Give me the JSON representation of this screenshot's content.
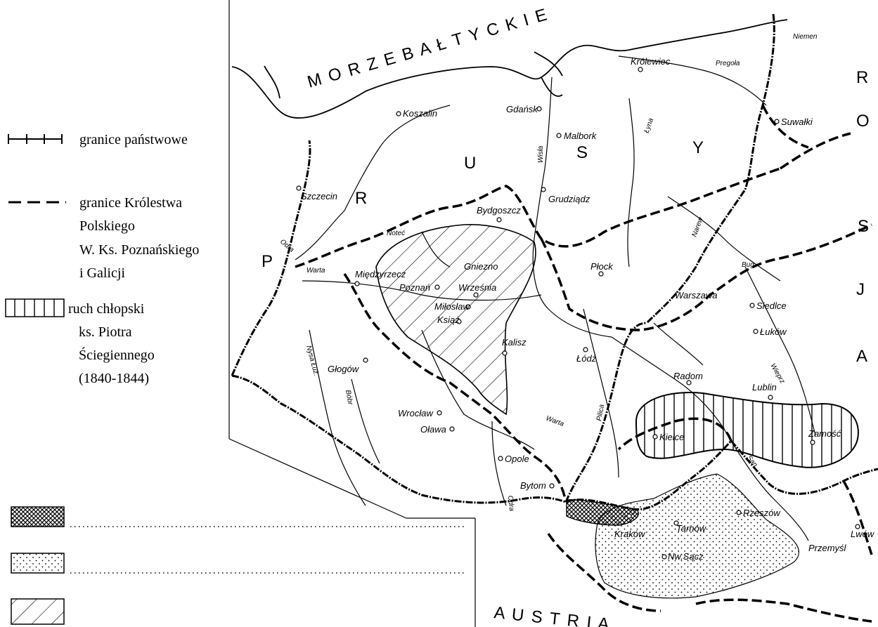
{
  "legend": {
    "state_borders": "granice państwowe",
    "kingdom_borders_line1": "granice Królestwa",
    "kingdom_borders_line2": "Polskiego",
    "kingdom_borders_line3": "W. Ks. Poznańskiego",
    "kingdom_borders_line4": "i Galicji",
    "peasant_line1": "ruch chłopski",
    "peasant_line2": "ks. Piotra",
    "peasant_line3": "Ściegiennego",
    "peasant_line4": "(1840-1844)"
  },
  "sea": "M O R Z E   B A Ł T Y C K I E",
  "regions": {
    "prusy_p": "P",
    "prusy_r": "R",
    "prusy_u": "U",
    "prusy_s": "S",
    "prusy_y": "Y",
    "rosja_r": "R",
    "rosja_o": "O",
    "rosja_s": "S",
    "rosja_j": "J",
    "rosja_a": "A",
    "austria": "A  U  S  T  R  I  A"
  },
  "cities": {
    "koszalin": "Koszalin",
    "gdansk": "Gdańsk",
    "malbork": "Malbork",
    "krolewiec": "Królewiec",
    "suwalki": "Suwałki",
    "szczecin": "Szczecin",
    "grudziadz": "Grudziądz",
    "bydgoszcz": "Bydgoszcz",
    "plock": "Płock",
    "miedzyrzecz": "Międzyrzecz",
    "gniezno": "Gniezno",
    "poznan": "Poznań",
    "wrzesnia": "Września",
    "miloslaw": "Miłosław",
    "ksiaz": "Książ",
    "warszawa": "Warszawa",
    "siedlce": "Siedlce",
    "lukow": "Łuków",
    "kalisz": "Kalisz",
    "lodz": "Łódź",
    "glogow": "Głogów",
    "radom": "Radom",
    "lublin": "Lublin",
    "wroclaw": "Wrocław",
    "olawa": "Oława",
    "kielce": "Kielce",
    "zamosc": "Zamość",
    "opole": "Opole",
    "bytom": "Bytom",
    "rzeszow": "Rzeszów",
    "lwow": "Lwów",
    "krakow": "Kraków",
    "tarnow": "Tarnów",
    "nowy_sacz": "Nw.Sącz",
    "przemysl": "Przemyśl"
  },
  "rivers": {
    "niemen": "Niemen",
    "pregola": "Pregoła",
    "lyna": "Łyna",
    "wisla": "Wisła",
    "narew": "Narew",
    "bug": "Bug",
    "notec": "Noteć",
    "odra": "Odra",
    "warta_w": "Warta",
    "nysa": "Nysa Łuż.",
    "bobr": "Bóbr",
    "warta_s": "Warta",
    "pilica": "Pilica",
    "wieprz": "Wieprz",
    "san": "San",
    "odra_s": "Odra"
  }
}
